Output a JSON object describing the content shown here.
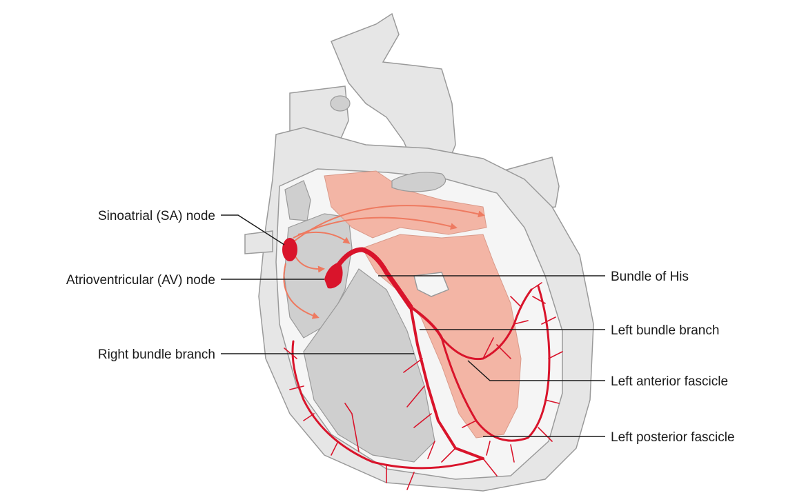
{
  "labels": {
    "sa_node": "Sinoatrial (SA) node",
    "av_node": "Atrioventricular (AV) node",
    "right_bundle_branch": "Right bundle branch",
    "bundle_of_his": "Bundle of His",
    "left_bundle_branch": "Left bundle branch",
    "left_anterior_fascicle": "Left anterior fascicle",
    "left_posterior_fascicle": "Left posterior fascicle"
  },
  "colors": {
    "conduction": "#d9142b",
    "impulse_arrows": "#ee7a60",
    "left_chambers": "#f3b5a5",
    "right_chambers": "#cfcfcf",
    "heart_outline": "#e6e6e6"
  }
}
